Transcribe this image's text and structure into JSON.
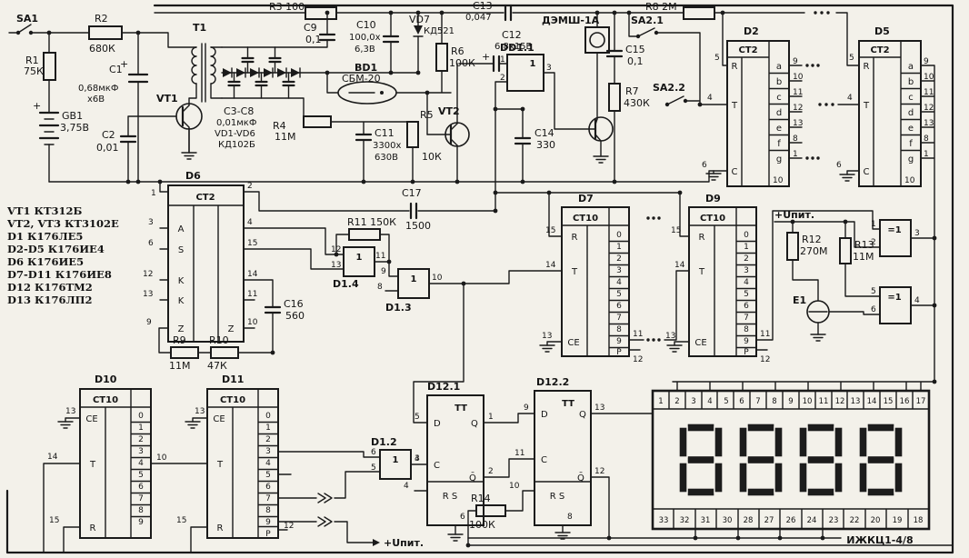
{
  "s": {
    "parts": [
      "VT1 КТ312Б",
      "VT2, VT3 КТ3102Е",
      "D1 К176ЛЕ5",
      "D2-D5 К176ИЕ4",
      "D6 К176ИЕ5",
      "D7-D11 К176ИЕ8",
      "D12 К176ТМ2",
      "D13 К176ЛП2"
    ],
    "plus": "+",
    "upit": "+Uпит.",
    "l": {
      "sa1": "SA1",
      "r1": "R1",
      "r1v": "75К",
      "r2": "R2",
      "r2v": "680К",
      "c1": "C1",
      "c1v": "0,68мкФ",
      "c1v2": "х6В",
      "gb1": "GB1",
      "gb1v": "3,75В",
      "c2": "C2",
      "c2v": "0,01",
      "t1": "T1",
      "vt1": "VT1",
      "c3c8": "C3-C8",
      "c3c8v": "0,01мкФ",
      "vd": "VD1-VD6",
      "vdv": "КД102Б",
      "r4": "R4",
      "r4v": "11М",
      "r3": "R3 100",
      "c9": "C9",
      "c9v": "0,1",
      "c10": "C10",
      "c10v": "100,0х",
      "c10v2": "6,3В",
      "vd7": "VD7",
      "vd7v": "КД521",
      "r6": "R6",
      "r6v": "100К",
      "bd1": "BD1",
      "bd1v": "СБМ-20",
      "c11": "C11",
      "c11v": "3300х",
      "c11v2": "630В",
      "r5": "R5",
      "r5v": "10К",
      "vt2": "VT2",
      "c13": "C13",
      "c13v": "0,047",
      "c12": "C12",
      "c12v": "6,8х15В",
      "dd11": "DD1.1",
      "c14": "C14",
      "c14v": "330",
      "dem": "ДЭМШ-1А",
      "c15": "C15",
      "c15v": "0,1",
      "r7": "R7",
      "r7v": "430К",
      "sa21": "SA2.1",
      "sa22": "SA2.2",
      "r8": "R8 2М",
      "d2": "D2",
      "d5": "D5",
      "d6": "D6",
      "d7": "D7",
      "d9": "D9",
      "d10": "D10",
      "d11": "D11",
      "d121": "D12.1",
      "d122": "D12.2",
      "d12g": "D1.2",
      "d13g": "D1.3",
      "d14g": "D1.4",
      "r9": "R9",
      "r9v": "11М",
      "r10": "R10",
      "r10v": "47К",
      "c16": "C16",
      "c16v": "560",
      "c17": "C17",
      "c17v": "1500",
      "r11": "R11 150К",
      "r12": "R12",
      "r12v": "270М",
      "r13": "R13",
      "r13v": "11М",
      "e1": "E1",
      "r14": "R14",
      "r14v": "100К"
    },
    "g": {
      "one": "1",
      "xor": "=1",
      "dd11": {
        "a": "1",
        "b": "2",
        "y": "3"
      },
      "g12": {
        "a": "6",
        "b": "5",
        "y": "4"
      },
      "g13": {
        "a": "9",
        "b": "8",
        "y": "10"
      },
      "g14": {
        "a": "12",
        "b": "13",
        "y": "11"
      },
      "x1": {
        "a": "1",
        "b": "2",
        "y": "3"
      },
      "x2": {
        "a": "5",
        "b": "6",
        "y": "4"
      }
    },
    "ct2": {
      "hdr": "CT2",
      "r": "R",
      "t": "T",
      "c": "C",
      "rn": "5",
      "tn": "4",
      "cn": "6",
      "bot": "10",
      "seg": [
        [
          "a",
          "9"
        ],
        [
          "b",
          "10"
        ],
        [
          "c",
          "11"
        ],
        [
          "d",
          "12"
        ],
        [
          "e",
          "13"
        ],
        [
          "f",
          "8"
        ],
        [
          "g",
          "1"
        ]
      ]
    },
    "ct10": {
      "hdr": "CT10",
      "r": "R",
      "t": "T",
      "ce": "CE",
      "rn": "15",
      "tn": "14",
      "cen": "13",
      "p": "P",
      "pn": "12",
      "o9": "11",
      "o4": "10",
      "d": [
        "0",
        "1",
        "2",
        "3",
        "4",
        "5",
        "6",
        "7",
        "8",
        "9"
      ]
    },
    "d6": {
      "hdr": "CT2",
      "tl": "1",
      "tr": "2",
      "rows": [
        [
          "A",
          "3",
          "4"
        ],
        [
          "S",
          "6",
          "15"
        ],
        [
          "K",
          "12",
          "14"
        ],
        [
          "K",
          "13",
          "11"
        ],
        [
          "Z",
          "9",
          "10"
        ]
      ]
    },
    "ff": {
      "hdr": "TT",
      "d": "D",
      "c": "C",
      "rs": "R S",
      "q": "Q",
      "qb": "Q̄",
      "f1": {
        "dn": "5",
        "cn": "3",
        "rn": "4",
        "sn": "6",
        "qn": "1",
        "qbn": "2"
      },
      "f2": {
        "dn": "9",
        "cn": "11",
        "rn": "10",
        "sn": "8",
        "qn": "13",
        "qbn": "12"
      }
    },
    "disp": {
      "name": "ИЖКЦ1-4/8",
      "top": [
        "1",
        "2",
        "3",
        "4",
        "5",
        "6",
        "7",
        "8",
        "9",
        "10",
        "11",
        "12",
        "13",
        "14",
        "15",
        "16",
        "17"
      ],
      "bot": [
        "33",
        "32",
        "31",
        "30",
        "28",
        "27",
        "26",
        "24",
        "23",
        "22",
        "20",
        "19",
        "18"
      ]
    }
  }
}
